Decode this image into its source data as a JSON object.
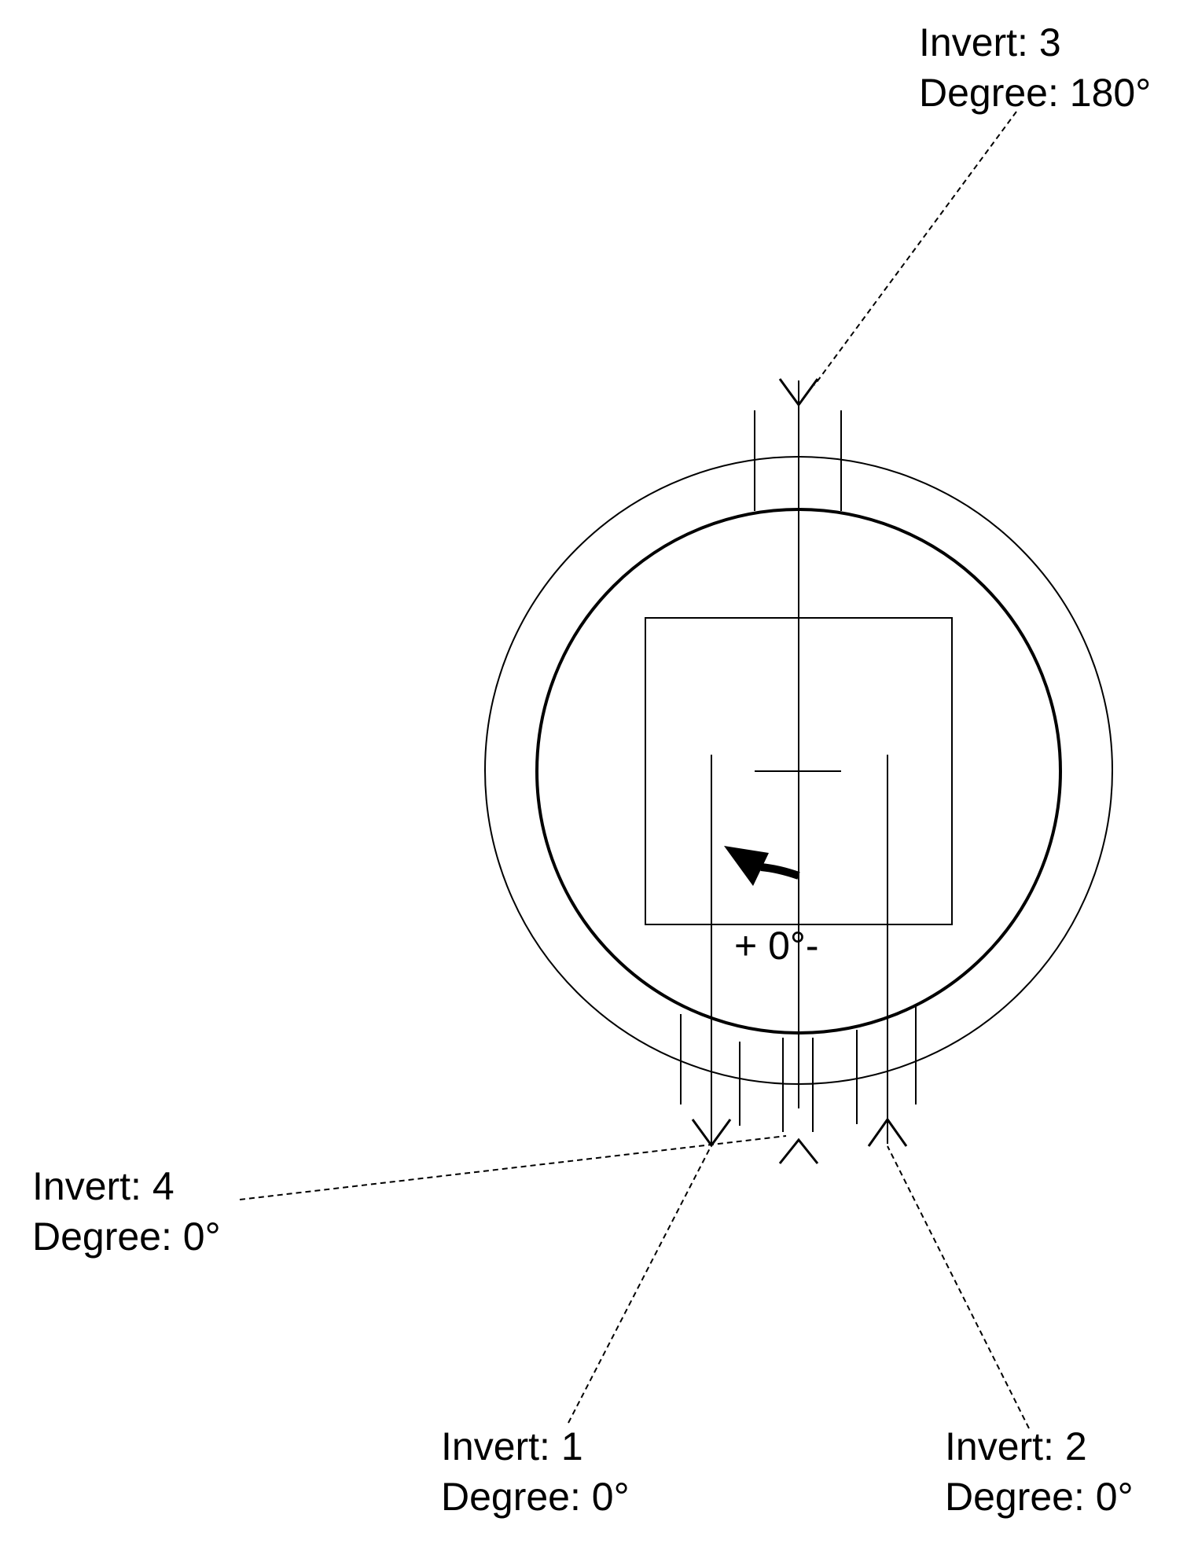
{
  "labels": {
    "invert3": {
      "line1": "Invert: 3",
      "line2": "Degree: 180°"
    },
    "invert4": {
      "line1": "Invert: 4",
      "line2": "Degree: 0°"
    },
    "invert1": {
      "line1": "Invert: 1",
      "line2": "Degree: 0°"
    },
    "invert2": {
      "line1": "Invert: 2",
      "line2": "Degree: 0°"
    }
  },
  "rotation_readout": "+ 0°-",
  "colors": {
    "ink": "#000000",
    "background": "#ffffff"
  }
}
